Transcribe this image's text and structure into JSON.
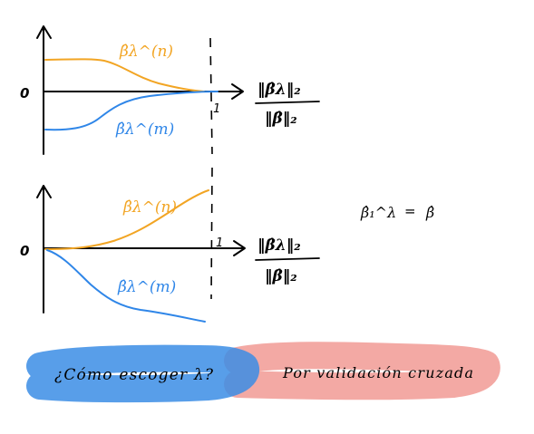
{
  "colors": {
    "orange": "#f2a524",
    "blue": "#2f86e8",
    "ink": "#000000",
    "highlight_blue": "#3b8de5",
    "highlight_red": "#f19a94"
  },
  "top_plot": {
    "y_zero_label": "0",
    "x_tick_label": "1",
    "orange_label": "β̂λ^(n)",
    "blue_label": "β̂λ^(m)",
    "axis_label_numer": "‖β̂λ‖₂",
    "axis_label_denom": "‖β̂‖₂"
  },
  "bottom_plot": {
    "y_zero_label": "0",
    "x_tick_label": "1",
    "orange_label": "β̂λ^(n)",
    "blue_label": "β̂λ^(m)",
    "axis_label_numer": "‖β̂λ‖₂",
    "axis_label_denom": "‖β̂‖₂"
  },
  "side_equation": {
    "left": "β̂₁^λ",
    "equals": "=",
    "right": "β̂"
  },
  "banner": {
    "question": "¿Cómo escoger λ?",
    "answer": "Por validación cruzada"
  }
}
